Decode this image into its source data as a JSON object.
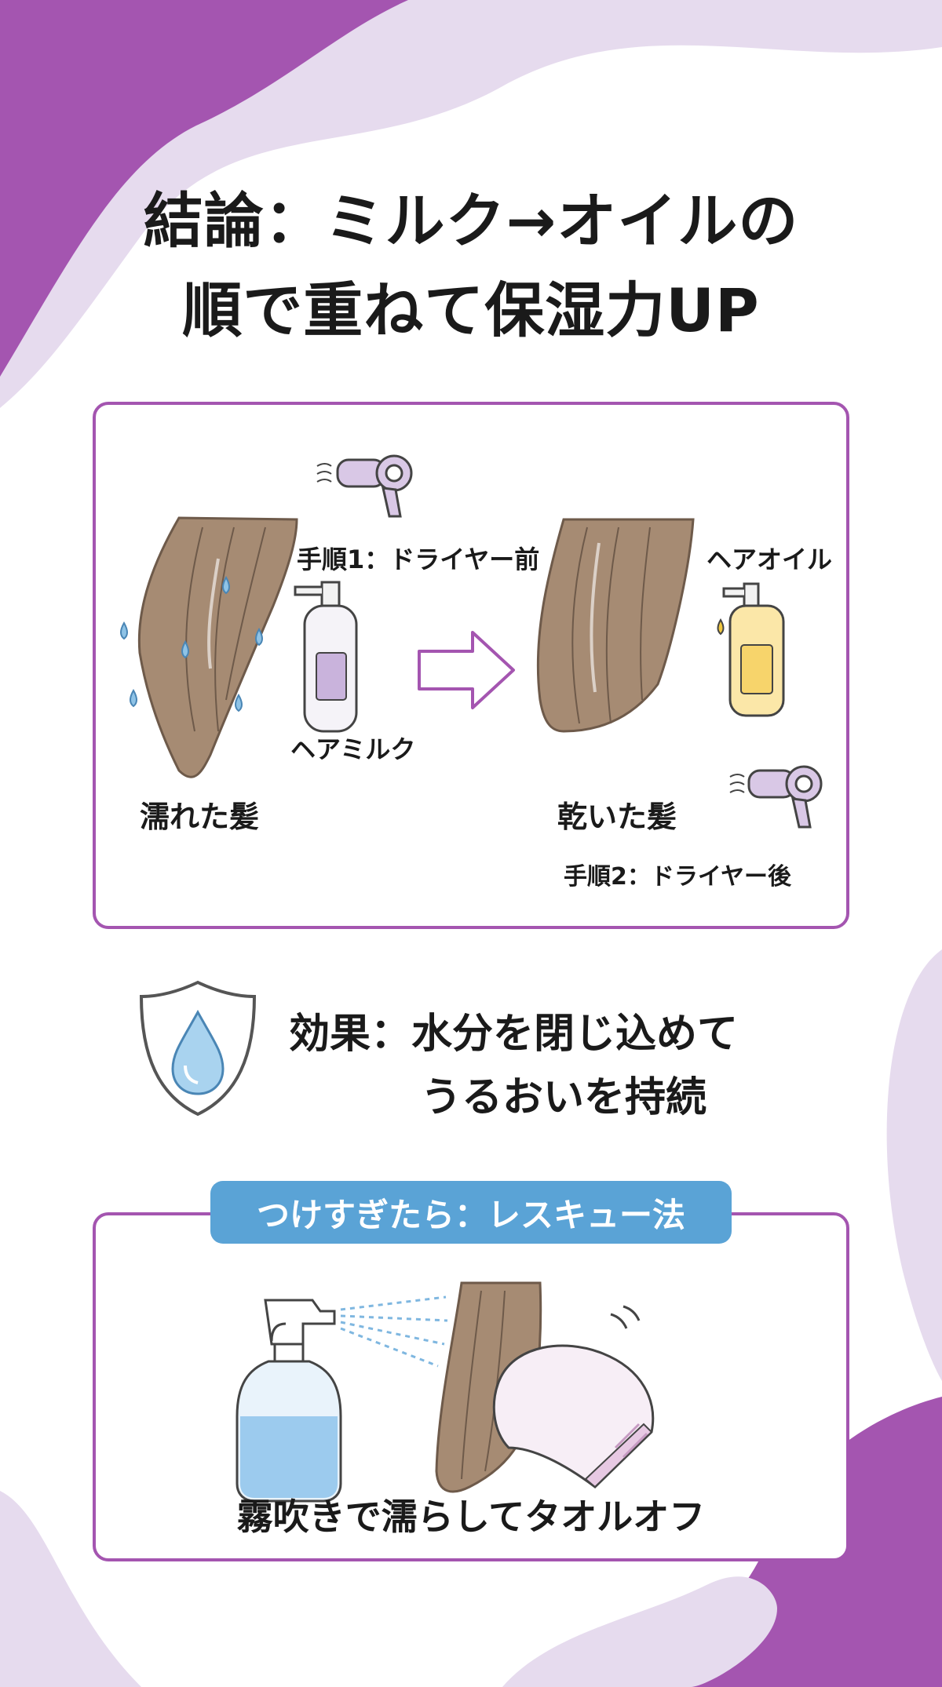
{
  "title": {
    "line1": "結論：ミルク→オイルの",
    "line2": "順で重ねて保湿力UP"
  },
  "steps": {
    "wet_hair": "濡れた髪",
    "step1": "手順1：ドライヤー前",
    "hair_milk": "ヘアミルク",
    "dry_hair": "乾いた髪",
    "hair_oil": "ヘアオイル",
    "step2": "手順2：ドライヤー後"
  },
  "effect": {
    "line1": "効果：水分を閉じ込めて",
    "line2": "うるおいを持続"
  },
  "rescue": {
    "tag": "つけすぎたら：レスキュー法",
    "caption": "霧吹きで濡らしてタオルオフ"
  },
  "colors": {
    "accent_purple": "#a455b0",
    "light_lavender": "#e6dbee",
    "tag_blue": "#5aa3d6",
    "hair_brown": "#a68b73"
  },
  "icons": [
    "hair-dryer-icon",
    "milk-bottle-icon",
    "oil-bottle-icon",
    "arrow-right-icon",
    "water-shield-icon",
    "spray-bottle-icon",
    "towel-icon"
  ]
}
